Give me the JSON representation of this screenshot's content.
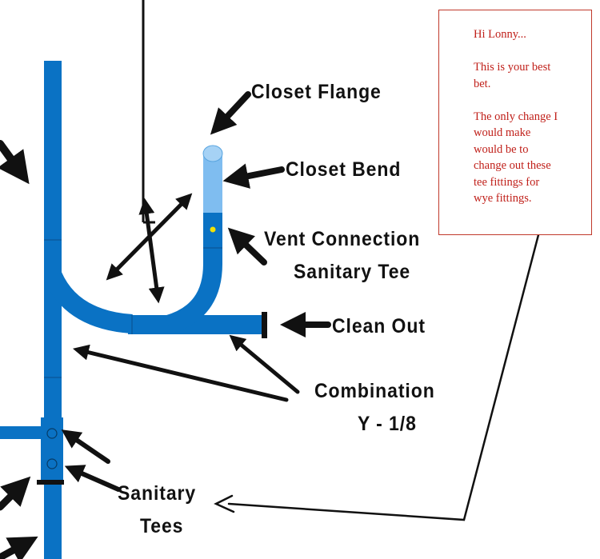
{
  "labels": {
    "closet_flange": "Closet Flange",
    "closet_bend": "Closet Bend",
    "vent_connection_1": "Vent Connection",
    "vent_connection_2": "Sanitary Tee",
    "clean_out": "Clean Out",
    "combination_1": "Combination",
    "combination_2": "Y - 1/8",
    "sanitary_tees_1": "Sanitary",
    "sanitary_tees_2": "Tees"
  },
  "note": {
    "greeting": "Hi Lonny...",
    "line_1": "This is your best",
    "line_2": "bet.",
    "line_3": "The only change I",
    "line_4": "would make",
    "line_5": "would be to",
    "line_6": "change out these",
    "line_7": "tee fittings for",
    "line_8": "wye fittings."
  },
  "colors": {
    "pipe": "#0a72c4",
    "pipe_light": "#7fbdf0",
    "arrow": "#111111",
    "note_text": "#c0201a",
    "note_border": "#c0392b",
    "dot": "#f2e205"
  }
}
